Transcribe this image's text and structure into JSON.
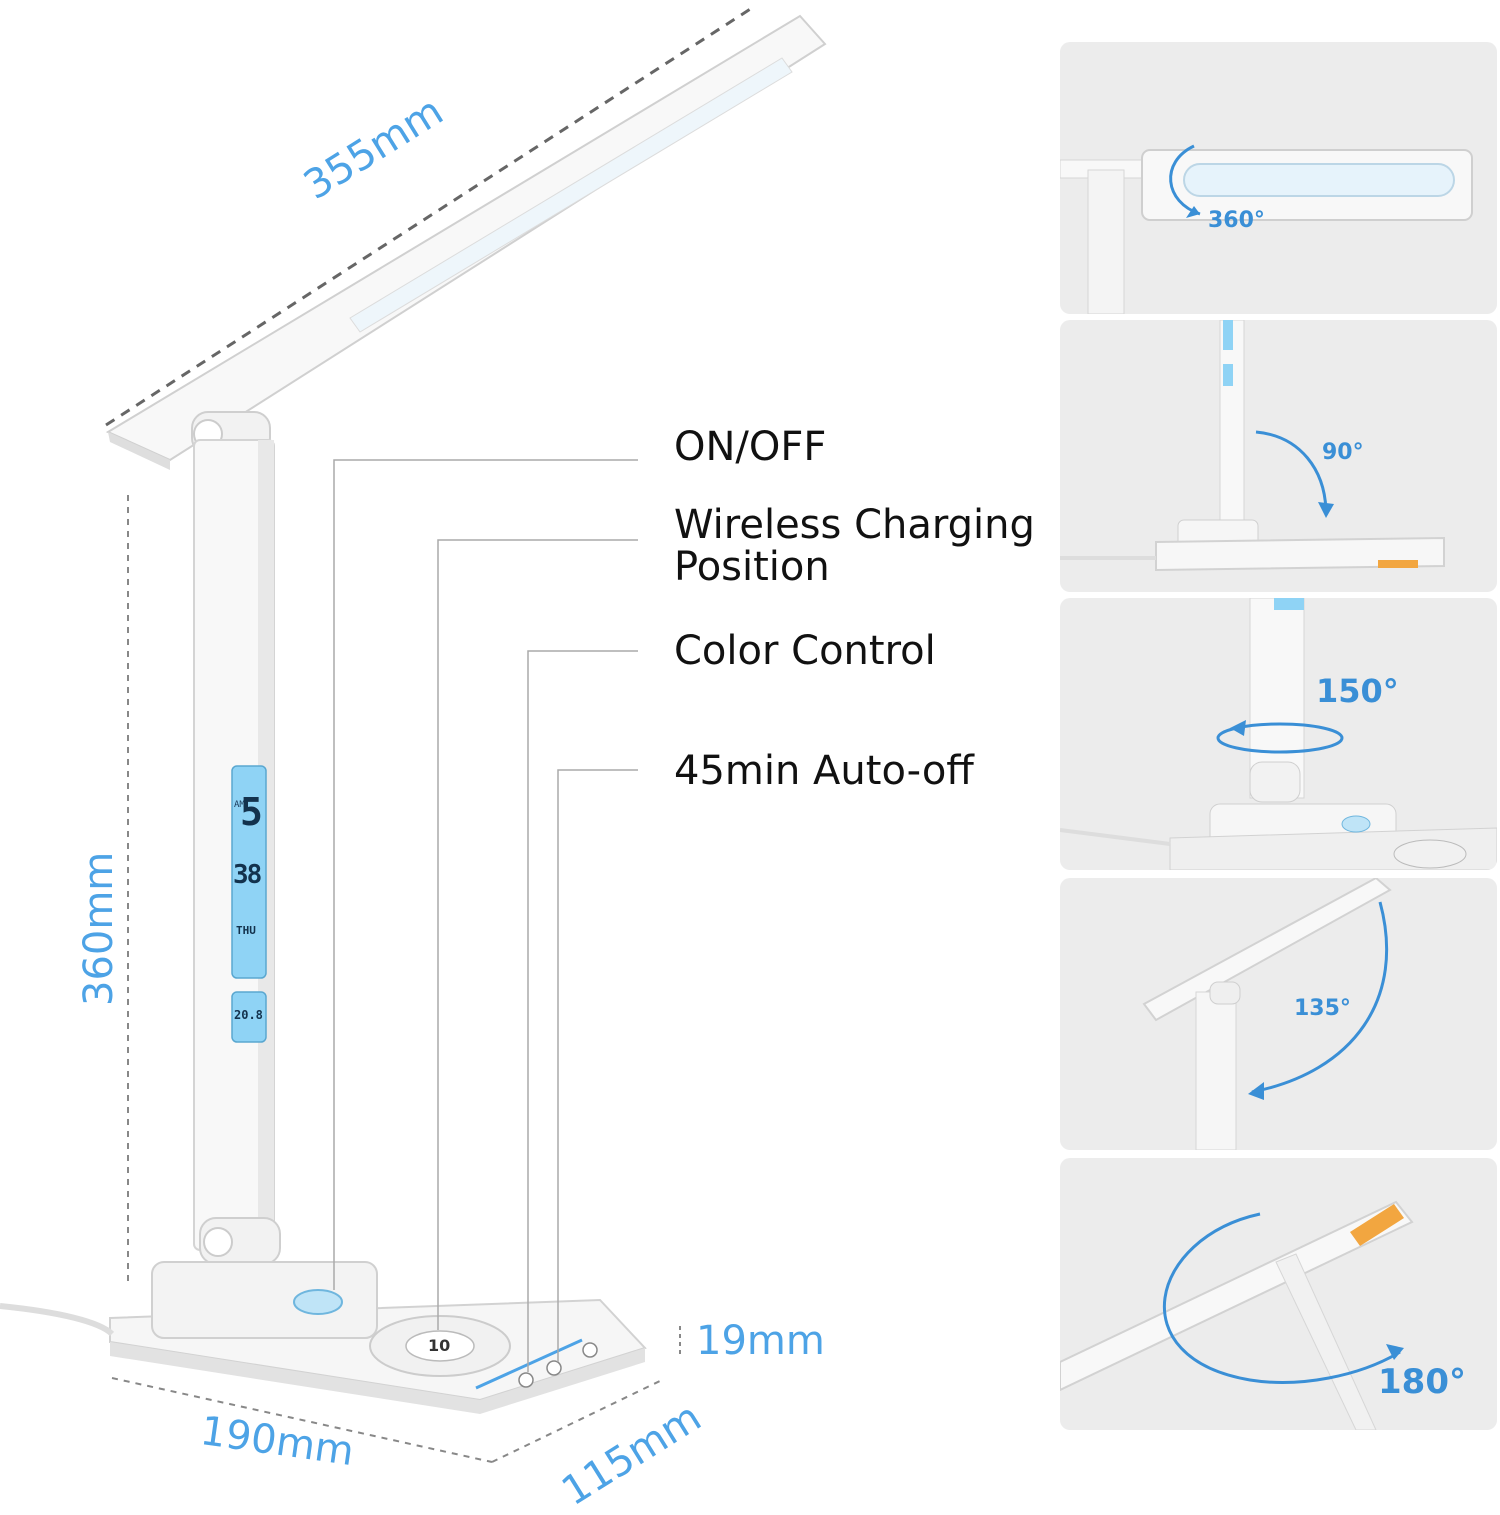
{
  "features": {
    "on_off": "ON/OFF",
    "wireless_line1": "Wireless Charging",
    "wireless_line2": "Position",
    "color_control": "Color Control",
    "auto_off": "45min Auto-off"
  },
  "dimensions": {
    "arm_length": "355mm",
    "height": "360mm",
    "base_thickness": "19mm",
    "base_length": "190mm",
    "base_width": "115mm"
  },
  "angles": {
    "head_rotation": "360°",
    "neck_tilt": "90°",
    "base_swivel": "150°",
    "arm_tilt": "135°",
    "head_fold": "180°"
  },
  "lcd": {
    "hour": "5",
    "minute": "38",
    "meridiem": "AM",
    "weekday": "THU",
    "temperature": "20.8",
    "charger_mark": "10"
  },
  "colors": {
    "accent_blue": "#4da3e6",
    "lcd_blue": "#8fd3f5",
    "panel_bg": "#ececec",
    "lamp_white": "#f7f7f7",
    "lamp_edge": "#d6d6d6",
    "warm_led": "#f2a640"
  }
}
